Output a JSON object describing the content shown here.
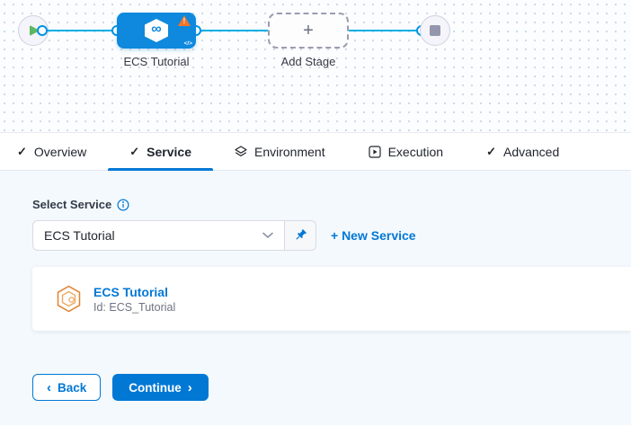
{
  "colors": {
    "primary_blue": "#0278d5",
    "stage_node_blue": "#0e89dd",
    "edge_cyan": "#00ade4",
    "connector_ring_blue": "#0092e4",
    "warning_orange": "#f4742b",
    "play_green": "#5cb75f",
    "content_background": "#f4f9fd",
    "service_icon_orange": "#e0812f"
  },
  "icons": {
    "check": "✓",
    "plus": "+",
    "infinity": "∞",
    "code": "</>",
    "chevron_left": "‹",
    "chevron_right": "›"
  },
  "canvas": {
    "stage_label": "ECS Tutorial",
    "add_stage_label": "Add Stage"
  },
  "tabs": [
    {
      "label": "Overview",
      "icon": "check",
      "active": false
    },
    {
      "label": "Service",
      "icon": "check",
      "active": true
    },
    {
      "label": "Environment",
      "icon": "environment",
      "active": false
    },
    {
      "label": "Execution",
      "icon": "execution",
      "active": false
    },
    {
      "label": "Advanced",
      "icon": "check",
      "active": false
    }
  ],
  "service_form": {
    "label": "Select Service",
    "select_value": "ECS Tutorial",
    "new_service_link": "+ New Service",
    "card": {
      "title": "ECS Tutorial",
      "id": "Id: ECS_Tutorial"
    }
  },
  "footer": {
    "back_label": "Back",
    "continue_label": "Continue"
  }
}
